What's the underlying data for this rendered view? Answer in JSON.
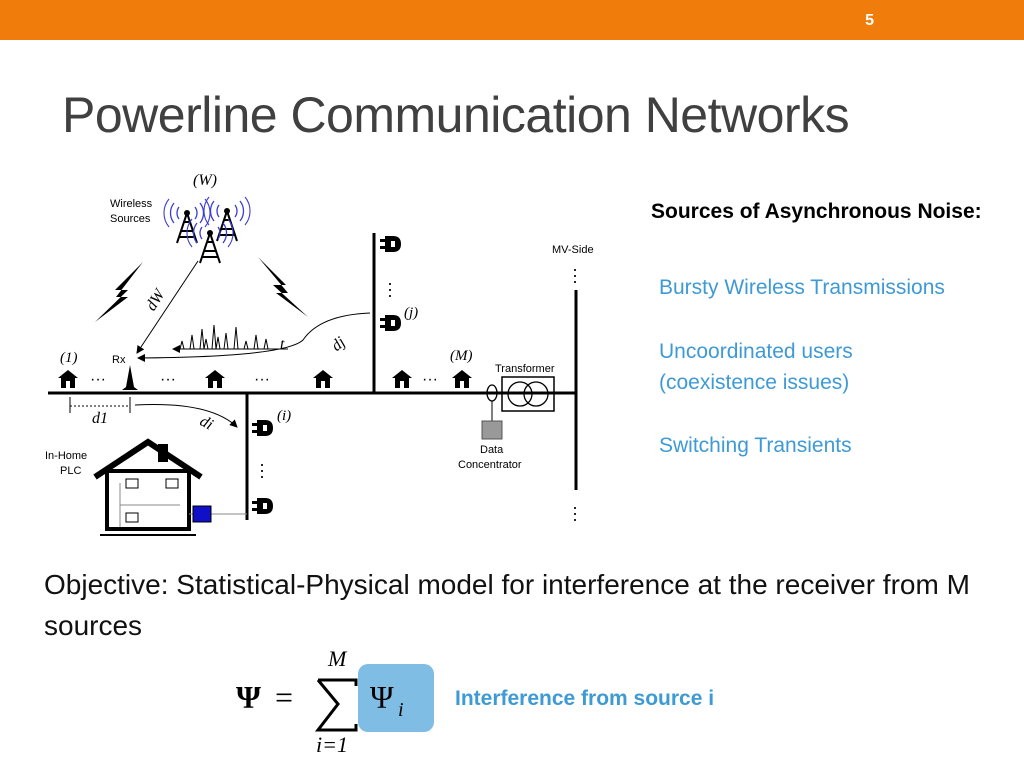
{
  "slide": {
    "number": "5",
    "title": "Powerline Communication Networks"
  },
  "diagram": {
    "wireless_sources": [
      "Wireless",
      "Sources"
    ],
    "w_label": "(W)",
    "dw_label": "dW",
    "dj_label": "dj",
    "di_label": "di",
    "d1_label": "d1",
    "t_label": "t",
    "rx_label": "Rx",
    "one_label": "(1)",
    "m_label": "(M)",
    "j_label": "(j)",
    "i_label": "(i)",
    "mv_side": "MV-Side",
    "transformer": "Transformer",
    "data_concentrator": [
      "Data",
      "Concentrator"
    ],
    "in_home": [
      "In-Home",
      "PLC"
    ],
    "dots": "···"
  },
  "sources": {
    "heading": "Sources of Asynchronous Noise:",
    "items": [
      "Bursty Wireless Transmissions",
      "Uncoordinated users (coexistence issues)",
      "Switching Transients"
    ]
  },
  "objective": "Objective: Statistical-Physical model for interference at the receiver from M sources",
  "formula": {
    "lhs": "Ψ",
    "equals": "=",
    "upper": "M",
    "lower": "i=1",
    "term": "Ψ",
    "term_sub": "i",
    "highlight_color": "#7fbde4"
  },
  "interference_label": "Interference from source i",
  "colors": {
    "accent": "#ef7c0b",
    "blue_text": "#3e9ad5",
    "title": "#404040"
  }
}
